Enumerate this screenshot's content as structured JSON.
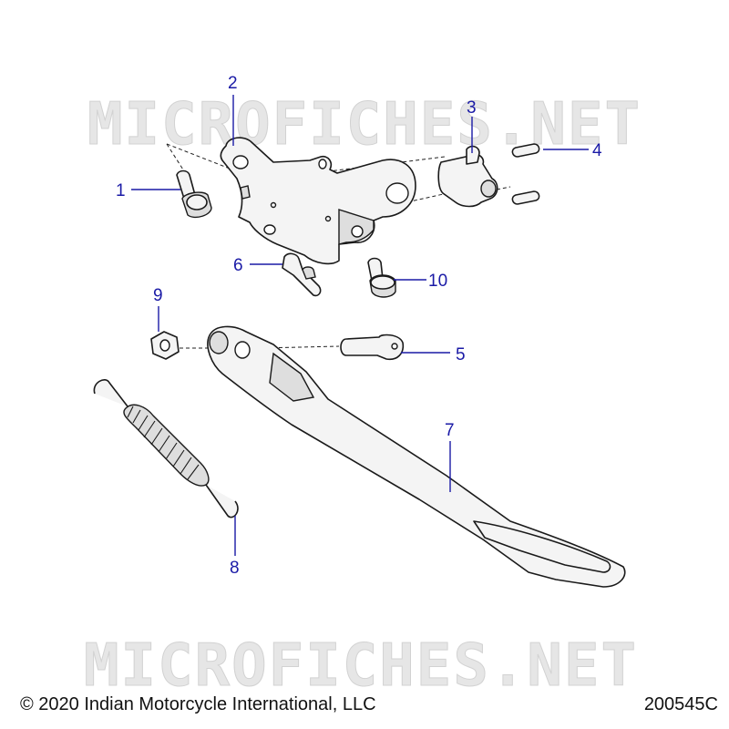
{
  "watermark": {
    "top_text": "MICROFICHES.NET",
    "bottom_text": "MICROFICHES.NET"
  },
  "callouts": [
    {
      "id": "1",
      "label": "1"
    },
    {
      "id": "2",
      "label": "2"
    },
    {
      "id": "3",
      "label": "3"
    },
    {
      "id": "4",
      "label": "4"
    },
    {
      "id": "5",
      "label": "5"
    },
    {
      "id": "6",
      "label": "6"
    },
    {
      "id": "7",
      "label": "7"
    },
    {
      "id": "8",
      "label": "8"
    },
    {
      "id": "9",
      "label": "9"
    },
    {
      "id": "10",
      "label": "10"
    }
  ],
  "footer": {
    "copyright": "© 2020 Indian Motorcycle International, LLC",
    "drawing_number": "200545C"
  },
  "colors": {
    "callout": "#1a1aa6",
    "line_art": "#1a1a1a",
    "watermark": "#e6e6e6"
  }
}
